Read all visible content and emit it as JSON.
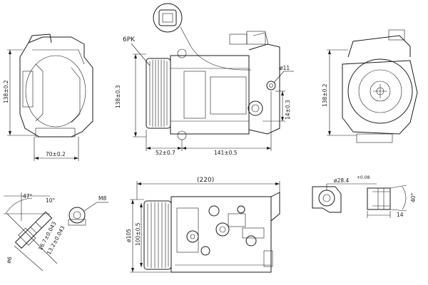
{
  "diagram": {
    "belt_label": "6PK",
    "side_view": {
      "height": "138±0.2",
      "width": "70±0.2"
    },
    "front_view": {
      "height": "138±0.3",
      "offset": "52±0.7",
      "length": "141±0.5",
      "hole": "ø11",
      "port_offset": "14±0.3"
    },
    "rear_view": {
      "height": "138±0.2"
    },
    "bottom_view": {
      "overall": "(220)",
      "diameter_outer": "ø105",
      "diameter_pulley": "100±0.5"
    },
    "thread": "M8",
    "fitting": {
      "angle_a": "47°",
      "angle_b": "10°",
      "dim_a": "16.7±0.043",
      "dim_b": "13.2±0.043",
      "dim_c": "ø6"
    },
    "port": {
      "diameter": "ø28.4",
      "tol": "+0.08",
      "angle": "40°",
      "depth": "14"
    }
  }
}
